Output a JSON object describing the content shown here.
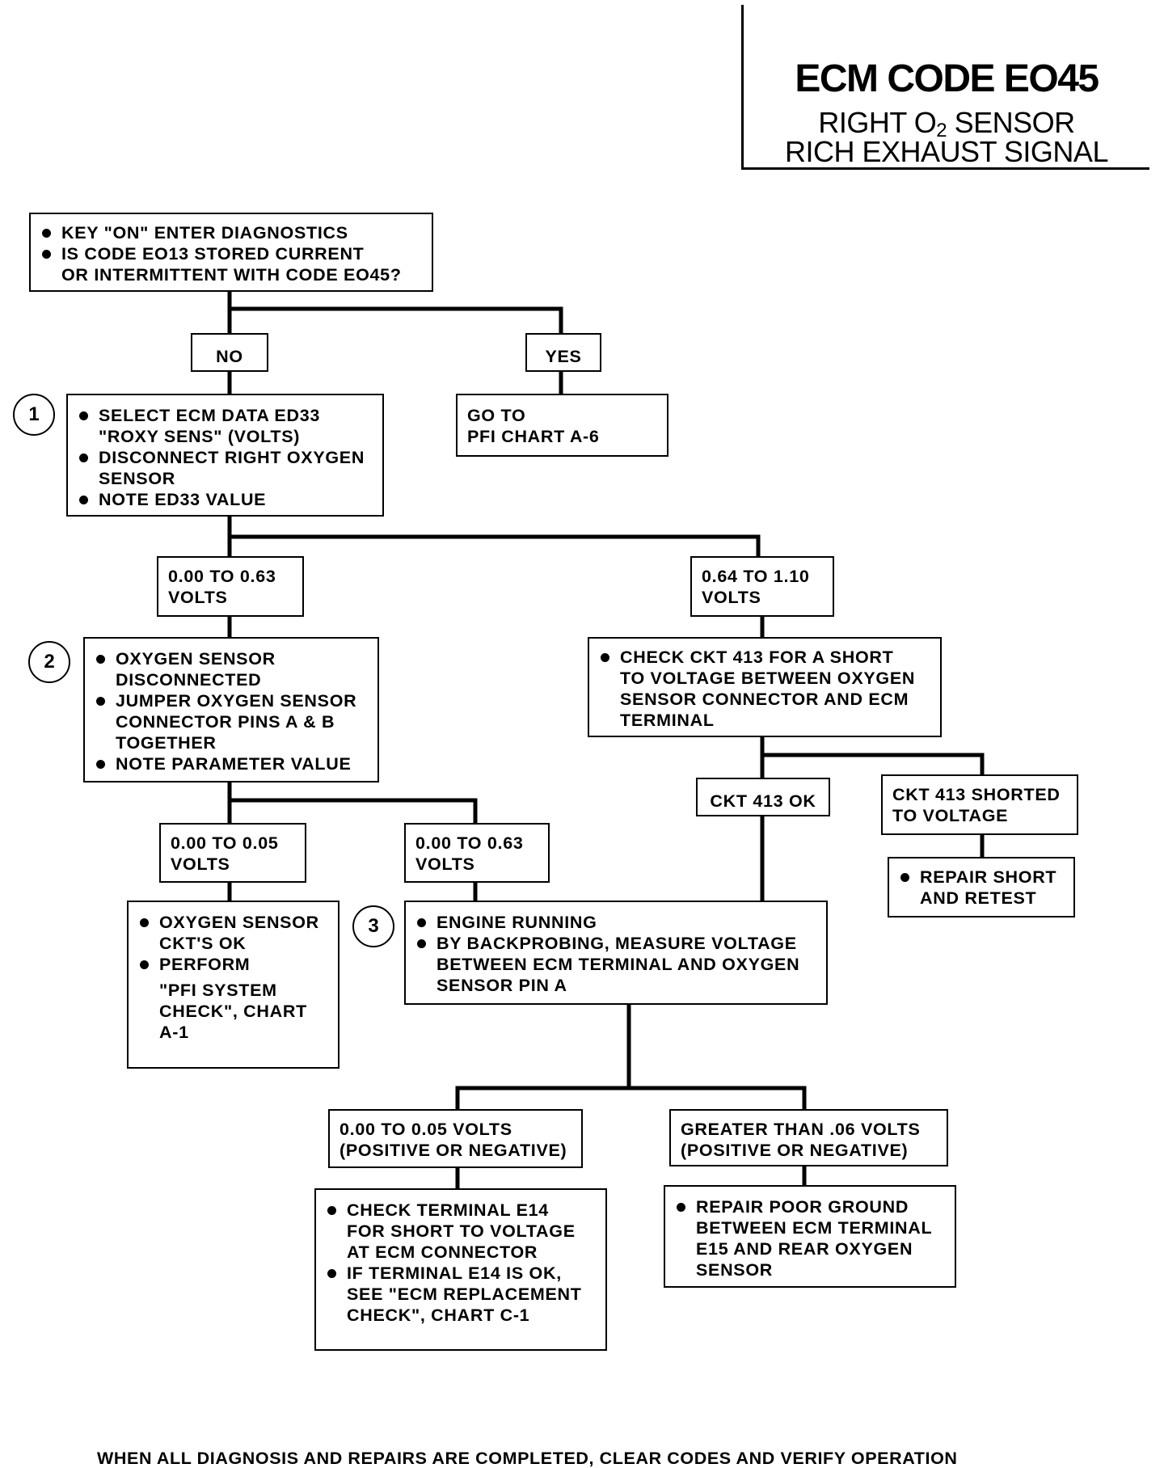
{
  "title": {
    "main": "ECM CODE EO45",
    "line1_pre": "RIGHT O",
    "line1_sub": "2",
    "line1_post": " SENSOR",
    "line2": "RICH EXHAUST SIGNAL"
  },
  "start": {
    "items": [
      [
        "KEY \"ON\" ENTER DIAGNOSTICS"
      ],
      [
        "IS CODE EO13 STORED CURRENT",
        "OR INTERMITTENT WITH CODE EO45?"
      ]
    ]
  },
  "branch_no": "NO",
  "branch_yes": "YES",
  "goto_chart": [
    "GO TO",
    "PFI CHART  A-6"
  ],
  "step1": {
    "number": "1",
    "items": [
      [
        "SELECT ECM DATA ED33",
        "\"ROXY SENS\" (VOLTS)"
      ],
      [
        "DISCONNECT RIGHT OXYGEN",
        "SENSOR"
      ],
      [
        "NOTE ED33 VALUE"
      ]
    ]
  },
  "range_low": [
    "0.00 TO 0.63",
    "VOLTS"
  ],
  "range_high": [
    "0.64 TO 1.10",
    "VOLTS"
  ],
  "check_ckt413": {
    "items": [
      [
        "CHECK CKT 413 FOR A SHORT",
        "TO VOLTAGE BETWEEN OXYGEN",
        "SENSOR CONNECTOR AND ECM",
        "TERMINAL"
      ]
    ]
  },
  "step2": {
    "number": "2",
    "items": [
      [
        "OXYGEN SENSOR",
        "DISCONNECTED"
      ],
      [
        "JUMPER OXYGEN SENSOR",
        "CONNECTOR PINS A & B",
        "TOGETHER"
      ],
      [
        "NOTE PARAMETER VALUE"
      ]
    ]
  },
  "ckt_ok": "CKT 413 OK",
  "ckt_shorted": [
    "CKT 413 SHORTED",
    "TO VOLTAGE"
  ],
  "repair_short": [
    "REPAIR SHORT",
    "AND RETEST"
  ],
  "range2_low": [
    "0.00 TO 0.05",
    "VOLTS"
  ],
  "range2_high": [
    "0.00 TO 0.63",
    "VOLTS"
  ],
  "sensor_ok": {
    "items": [
      [
        "OXYGEN SENSOR",
        "CKT'S OK"
      ],
      [
        "PERFORM",
        "\"PFI SYSTEM",
        "CHECK\", CHART",
        "A-1"
      ]
    ]
  },
  "step3": {
    "number": "3",
    "items": [
      [
        "ENGINE RUNNING"
      ],
      [
        "BY BACKPROBING, MEASURE VOLTAGE",
        "BETWEEN ECM TERMINAL AND OXYGEN",
        "SENSOR PIN A"
      ]
    ]
  },
  "range3_low": [
    "0.00 TO 0.05 VOLTS",
    "(POSITIVE OR NEGATIVE)"
  ],
  "range3_high": [
    "GREATER THAN .06 VOLTS",
    "(POSITIVE OR NEGATIVE)"
  ],
  "check_e14": {
    "items": [
      [
        "CHECK TERMINAL E14",
        "FOR SHORT TO VOLTAGE",
        "AT ECM CONNECTOR"
      ],
      [
        "IF TERMINAL E14 IS OK,",
        "SEE \"ECM REPLACEMENT",
        "CHECK\", CHART C-1"
      ]
    ]
  },
  "repair_ground": {
    "items": [
      [
        "REPAIR POOR GROUND",
        "BETWEEN ECM TERMINAL",
        "E15 AND REAR OXYGEN",
        "SENSOR"
      ]
    ]
  },
  "footer": "WHEN ALL DIAGNOSIS AND REPAIRS ARE COMPLETED, CLEAR CODES AND VERIFY OPERATION"
}
